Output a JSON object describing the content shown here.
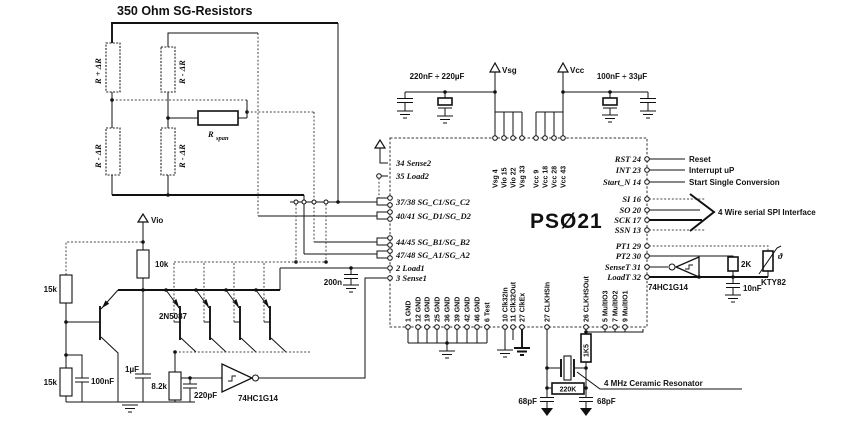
{
  "title": "350 Ohm SG-Resistors",
  "bridge": {
    "r_top_left": "R + ΔR",
    "r_top_right": "R - ΔR",
    "r_bottom_left": "R - ΔR",
    "r_bottom_right": "R - ΔR",
    "r_span_name": "R",
    "r_span_sub": "span"
  },
  "supply": {
    "left_caps_label": "220nF ÷ 220µF",
    "vsg_label": "Vsg",
    "vcc_label": "Vcc",
    "right_caps_label": "100nF ÷ 33µF"
  },
  "chip": {
    "name": "PSØ21",
    "left_pins": [
      "34 Sense2",
      "35 Load2",
      "37/38 SG_C1/SG_C2",
      "40/41 SG_D1/SG_D2",
      "44/45 SG_B1/SG_B2",
      "47/48 SG_A1/SG_A2",
      "2 Load1",
      "3 Sense1"
    ],
    "top_pins": [
      "Vsg 4",
      "Vio 15",
      "Vio 22",
      "Vsg 33",
      "Vcc 9",
      "Vcc 18",
      "Vcc 28",
      "Vcc 43"
    ],
    "bottom_gnd_pins": [
      "1 GND",
      "12 GND",
      "19 GND",
      "25 GND",
      "36 GND",
      "39 GND",
      "42 GND",
      "46 GND",
      "6 Test"
    ],
    "bottom_clk_pins": [
      "10 Clk32In",
      "11 Clk32Out",
      "27 ClkEx",
      "27 CLKHSIn",
      "26 CLKHSOut"
    ],
    "bottom_mult_pins": [
      "5 MultIO3",
      "7 MultIO2",
      "9 MultIO1"
    ],
    "right_pins": [
      "RST 24",
      "INT 23",
      "Start_N 14",
      "SI 16",
      "SO 20",
      "SCK 17",
      "SSN 13",
      "PT1 29",
      "PT2 30",
      "SenseT 31",
      "LoadT 32"
    ]
  },
  "right_side": {
    "reset": "Reset",
    "interrupt": "Interrupt uP",
    "start_conv": "Start Single Conversion",
    "spi": "4 Wire serial SPI Interface",
    "inverter": "74HC1G14",
    "r_2k": "2K",
    "c_10nf": "10nF",
    "thermistor": "KTY82",
    "theta": "ϑ"
  },
  "resonator": {
    "r_1k5": "1K5",
    "r_220k": "220K",
    "c_68pf_left": "68pF",
    "c_68pf_right": "68pF",
    "label": "4 MHz Ceramic Resonator"
  },
  "driver": {
    "vio": "Vio",
    "r_10k": "10k",
    "r_15k_top": "15k",
    "r_15k_bot": "15k",
    "c_100nf": "100nF",
    "c_1uf": "1µF",
    "r_8k2": "8.2k",
    "c_220pf": "220pF",
    "transistor": "2N5087",
    "inverter": "74HC1G14",
    "c_200n": "200n"
  },
  "colors": {
    "ink": "#111111",
    "paper": "#ffffff"
  }
}
